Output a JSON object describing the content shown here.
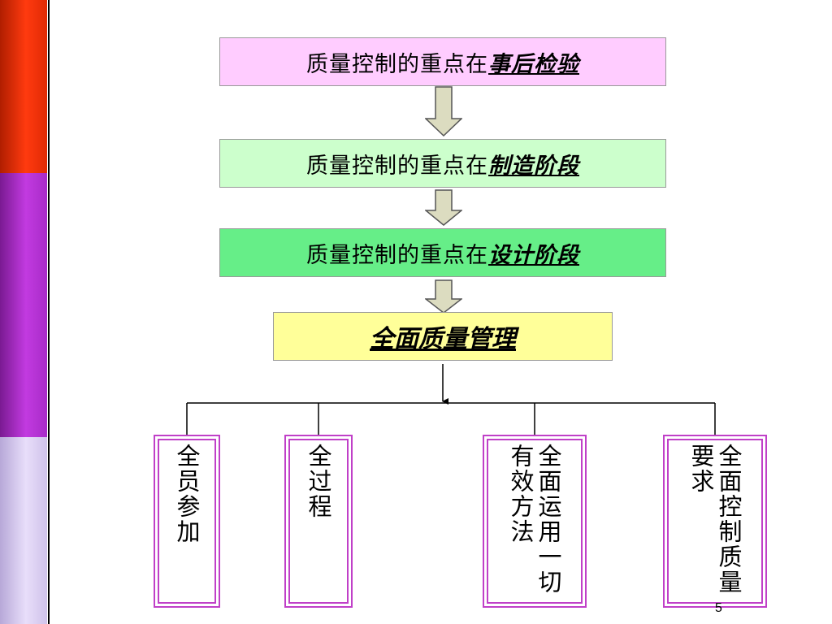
{
  "stages": [
    {
      "prefix": "质量控制的重点在",
      "emphasis": "事后检验",
      "bg": "#ffccff"
    },
    {
      "prefix": "质量控制的重点在",
      "emphasis": "制造阶段",
      "bg": "#ccffcc"
    },
    {
      "prefix": "质量控制的重点在",
      "emphasis": "设计阶段",
      "bg": "#66ee88"
    }
  ],
  "tqm": {
    "title": "全面质量管理",
    "bg": "#ffff99"
  },
  "pillars": [
    {
      "text": "全员参加"
    },
    {
      "text": "全过程"
    },
    {
      "text": "全面运用一切有效方法"
    },
    {
      "text": "全面控制质量要求"
    }
  ],
  "page_number": "5",
  "colors": {
    "strip_top": "#ff3a0f",
    "strip_middle": "#c23ae0",
    "strip_bottom": "#e8defa",
    "pillar_border": "#c040c8",
    "arrow_fill": "#dcdcc0"
  },
  "icons": [
    "down-arrow-icon"
  ]
}
